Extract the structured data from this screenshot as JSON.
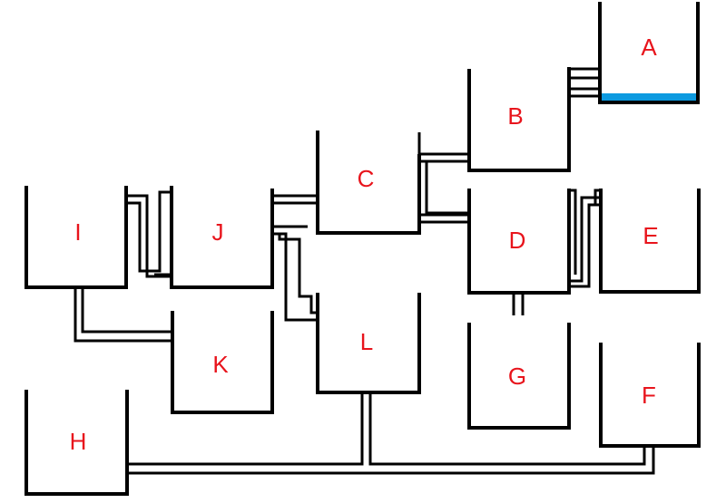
{
  "colors": {
    "label": "#e8141c",
    "water": "#0d9ae0",
    "wall": "#000000"
  },
  "containers": [
    {
      "id": "A",
      "label": "A",
      "water_level": 0.1
    },
    {
      "id": "B",
      "label": "B",
      "water_level": 0
    },
    {
      "id": "C",
      "label": "C",
      "water_level": 0
    },
    {
      "id": "D",
      "label": "D",
      "water_level": 0
    },
    {
      "id": "E",
      "label": "E",
      "water_level": 0
    },
    {
      "id": "F",
      "label": "F",
      "water_level": 0
    },
    {
      "id": "G",
      "label": "G",
      "water_level": 0
    },
    {
      "id": "H",
      "label": "H",
      "water_level": 0
    },
    {
      "id": "I",
      "label": "I",
      "water_level": 0
    },
    {
      "id": "J",
      "label": "J",
      "water_level": 0
    },
    {
      "id": "K",
      "label": "K",
      "water_level": 0
    },
    {
      "id": "L",
      "label": "L",
      "water_level": 0
    }
  ]
}
